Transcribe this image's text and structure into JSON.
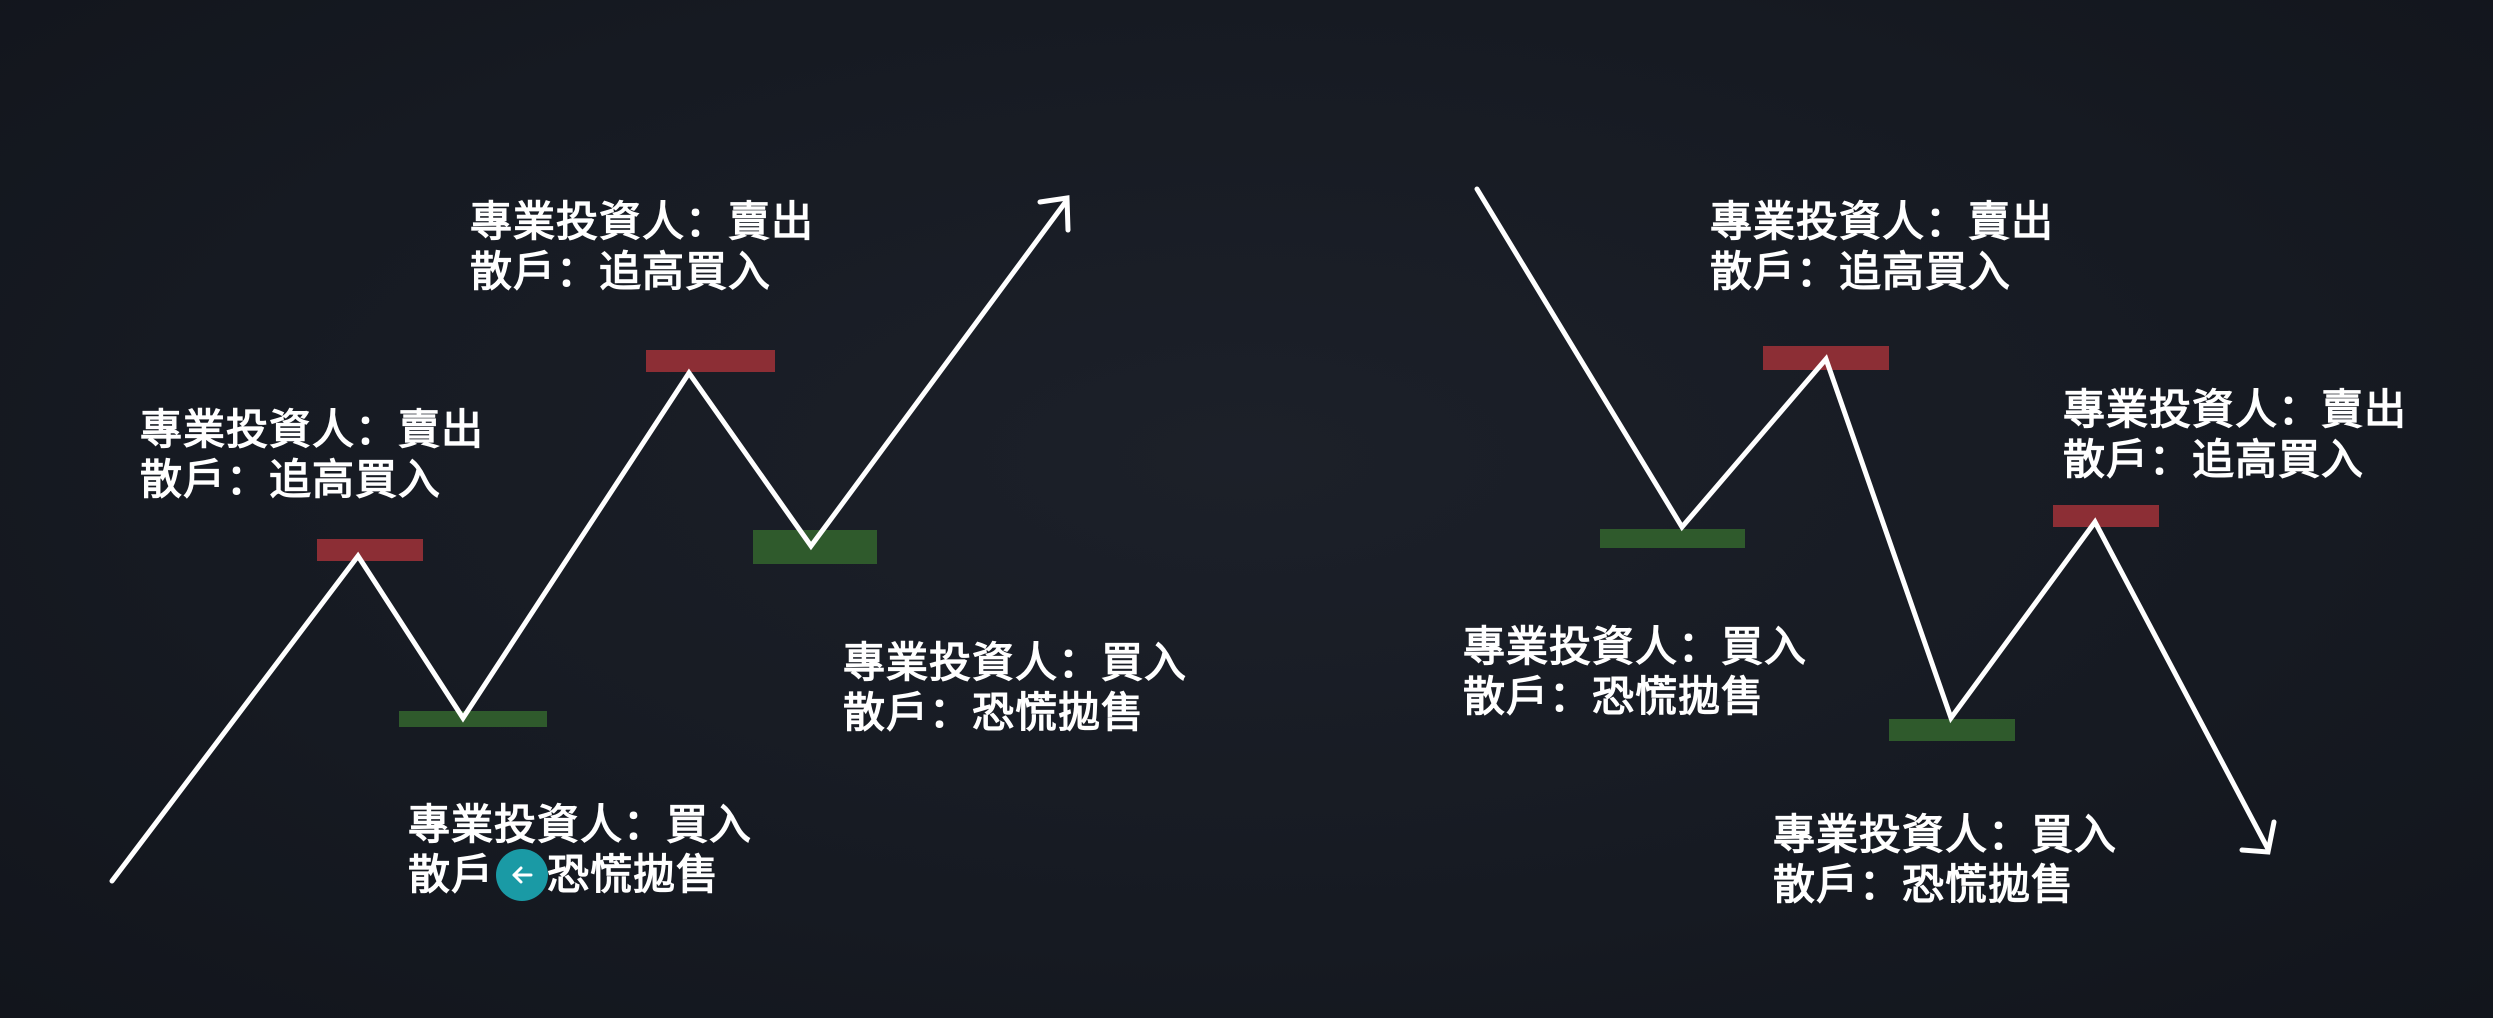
{
  "colors": {
    "background": "#161a22",
    "line": "#ffffff",
    "resistance_zone": "#8c2e35",
    "support_zone": "#2f5a2c",
    "back_button": "#1a9aa5"
  },
  "left_panel": {
    "trend": "uptrend",
    "labels": [
      {
        "line1": "專業投資人：賣出",
        "line2": "散戶：追高買入"
      },
      {
        "line1": "專業投資人：賣出",
        "line2": "散戶：追高買入"
      },
      {
        "line1": "專業投資人：買入",
        "line2": "散戶：恐慌拋售"
      },
      {
        "line1": "專業投資人：買入",
        "line2": "散戶：",
        "line2b": "恐慌拋售"
      }
    ]
  },
  "right_panel": {
    "trend": "downtrend",
    "labels": [
      {
        "line1": "專業投資人：賣出",
        "line2": "散戶：追高買入"
      },
      {
        "line1": "專業投資人：賣出",
        "line2": "散戶：追高買入"
      },
      {
        "line1": "專業投資人：買入",
        "line2": "散戶：恐慌拋售"
      },
      {
        "line1": "專業投資人：買入",
        "line2": "散戶：恐慌拋售"
      }
    ]
  },
  "overlay": {
    "back_icon": "arrow-left-icon"
  }
}
